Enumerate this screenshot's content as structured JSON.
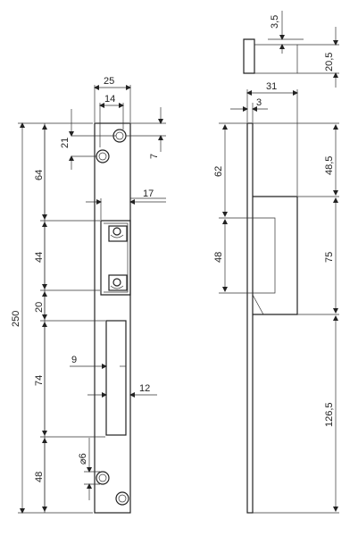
{
  "front_view": {
    "dim_width": "25",
    "dim_hole_spacing": "14",
    "dim_top_hole": "21",
    "dim_edge_offset": "7",
    "dim_overall_height": "250",
    "dim_upper_section": "64",
    "dim_keeper_depth": "17",
    "dim_keeper_height": "44",
    "dim_gap": "20",
    "dim_slot_width": "9",
    "dim_slot_height": "74",
    "dim_slot_offset": "12",
    "dim_hole_dia": "⌀6",
    "dim_lower_section": "48"
  },
  "side_view": {
    "dim_top_width": "3,5",
    "dim_top_height": "20,5",
    "dim_depth": "31",
    "dim_plate_thickness": "3",
    "dim_upper": "62",
    "dim_keeper": "48",
    "dim_right_upper": "48,5",
    "dim_right_mid": "75",
    "dim_right_lower": "126,5"
  }
}
